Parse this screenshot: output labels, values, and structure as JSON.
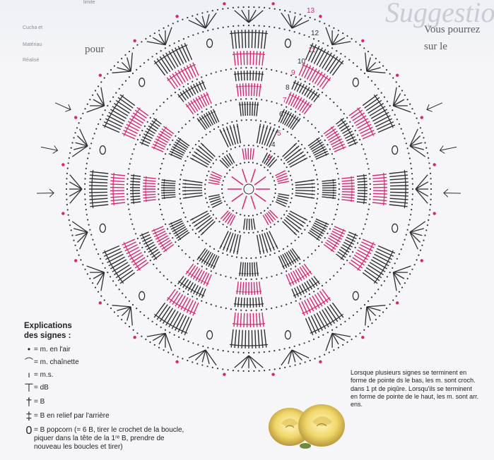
{
  "background": {
    "title": "Suggestion",
    "line1": "Vous pourrez",
    "line2": "sur le",
    "line3": "pour",
    "small1": "Cucha et",
    "small2": "Matériau",
    "small3": "Réalisé",
    "small4": "limite"
  },
  "round_numbers": [
    "13",
    "12",
    "11",
    "10",
    "9",
    "8",
    "7",
    "6",
    "5",
    "4",
    "3"
  ],
  "legend": {
    "title_line1": "Explications",
    "title_line2": "des signes :",
    "items": [
      {
        "symbol": "•",
        "text": "= m. en l'air"
      },
      {
        "symbol": "⌒",
        "text": "= m. chaînette"
      },
      {
        "symbol": "ı",
        "text": "= m.s."
      },
      {
        "symbol": "⊤",
        "text": "= dB"
      },
      {
        "symbol": "†",
        "text": "= B"
      },
      {
        "symbol": "‡",
        "text": "= B en relief par l'arrière"
      },
      {
        "symbol": "0",
        "text": "= B popcorn (= 6 B, tirer le crochet de la boucle, piquer dans la tête de la 1ʳᵉ B, prendre de nouveau les boucles et tirer)"
      }
    ]
  },
  "note": "Lorsque plusieurs signes se terminent en forme de pointe ds le bas, les m. sont croch. dans 1 pt de piqûre. Lorsqu'ils se terminent en forme de pointe de le haut, les m. sont arr. ens.",
  "colors": {
    "pink": "#d9266e",
    "dark": "#2d2f33",
    "dots": "#333333"
  }
}
